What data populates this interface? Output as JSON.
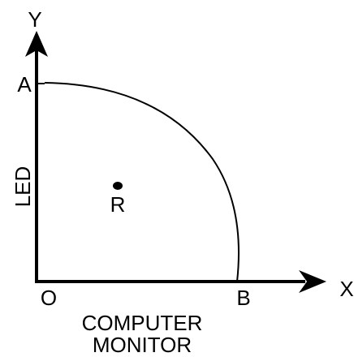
{
  "diagram": {
    "axes": {
      "y_label": "Y",
      "x_label": "X",
      "y_axis_title": "LED",
      "x_axis_title_line1": "COMPUTER",
      "x_axis_title_line2": "MONITOR"
    },
    "points": {
      "origin": "O",
      "a": "A",
      "b": "B",
      "r": "R"
    },
    "colors": {
      "ink": "#000000",
      "background": "#ffffff"
    }
  }
}
